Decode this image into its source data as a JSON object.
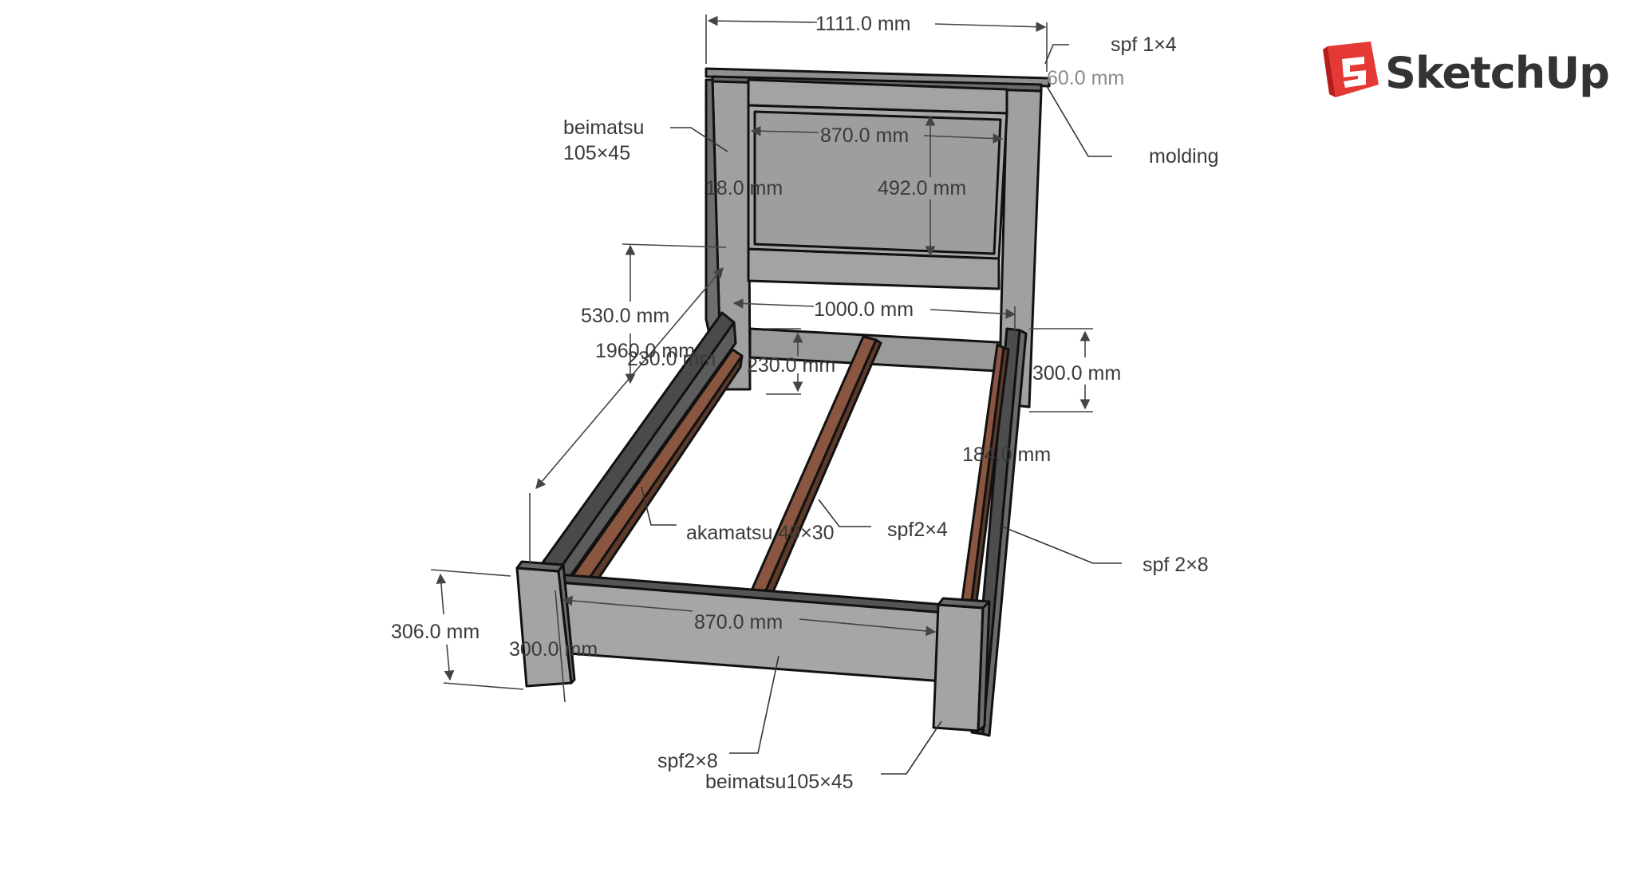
{
  "title": "SketchUp",
  "colors": {
    "wood_gray_light": "#a6a6a6",
    "wood_gray_mid": "#9a9a9a",
    "wood_gray_dark": "#555555",
    "slat_brown": "#8a5640",
    "slat_brown_dark": "#5e3a2a",
    "logo_red": "#e53935",
    "text": "#3a3a3a"
  },
  "dimensions": {
    "headboard_width": "1111.0 mm",
    "panel_width": "870.0 mm",
    "panel_height": "492.0 mm",
    "frame_thickness": "18.0 mm",
    "molding_height": "60.0 mm",
    "post_height_upper": "530.0 mm",
    "bed_length": "1960.0 mm",
    "rail_height_left": "230.0 mm",
    "rail_height_center": "230.0 mm",
    "headboard_inner_width": "1000.0 mm",
    "side_rail_height": "300.0 mm",
    "slat_spacing": "184.0 mm",
    "footboard_inner_width": "870.0 mm",
    "footboard_post_height": "306.0 mm",
    "footboard_rail_height": "300.0 mm"
  },
  "labels": {
    "spf_1x4": "spf 1×4",
    "molding": "molding",
    "beimatsu_line1": "beimatsu",
    "beimatsu_line2": "105×45",
    "akamatsu": "akamatsu 40×30",
    "spf2x4": "spf2×4",
    "spf_2x8_side": "spf 2×8",
    "spf2x8_foot": "spf2×8",
    "beimatsu_foot": "beimatsu105×45"
  }
}
